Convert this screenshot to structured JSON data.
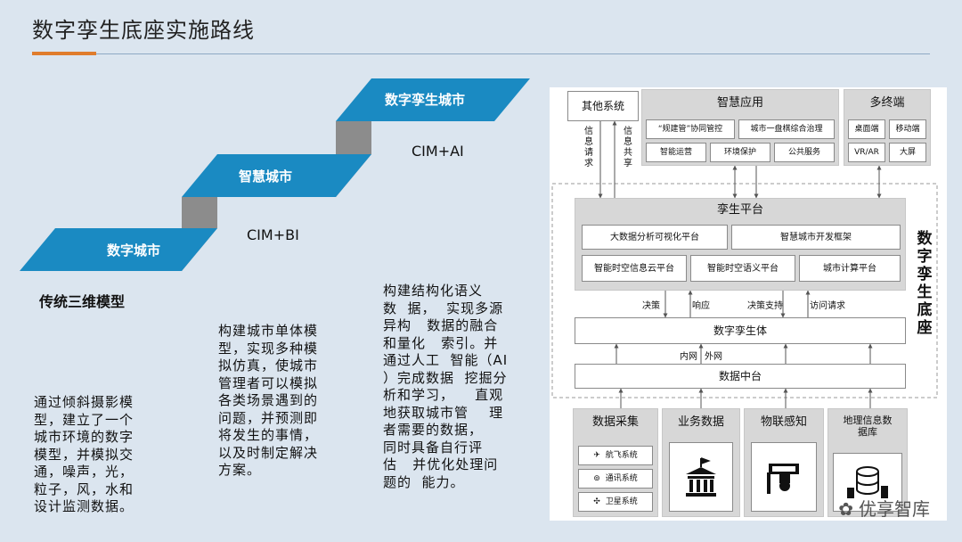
{
  "title": "数字孪生底座实施路线",
  "stairs": {
    "steps": [
      {
        "label": "数字城市",
        "tech": "",
        "heading": "传统三维模型"
      },
      {
        "label": "智慧城市",
        "tech": "CIM+BI"
      },
      {
        "label": "数字孪生城市",
        "tech": "CIM+AI"
      }
    ]
  },
  "descriptions": {
    "col1": [
      "通过倾斜摄影模",
      "型，建立了一个",
      "城市环境的数字",
      "模型，并模拟交",
      "通，噪声，光，",
      "粒子，风，水和",
      "设计监测数据。"
    ],
    "col2": [
      "构建城市单体模",
      "型，实现多种模",
      "拟仿真，使城市",
      "管理者可以模拟",
      "各类场景遇到的",
      "问题，并预测即",
      "将发生的事情，",
      "以及时制定解决",
      "方案。"
    ],
    "col3": [
      "构建结构化语义",
      "数  据，  实现多源",
      "异构   数据的融合",
      "和量化   索引。并",
      "通过人工  智能（AI",
      "）完成数据  挖掘分",
      "析和学习，    直观",
      "地获取城市管    理",
      "者需要的数据，",
      "同时具备自行评",
      "估   并优化处理问",
      "题的  能力。"
    ]
  },
  "diagram": {
    "other_systems": "其他系统",
    "info_request": "信息请求",
    "info_share": "信息共享",
    "smart_apps": {
      "title": "智慧应用",
      "items": [
        "“规建管”协同管控",
        "城市一盘棋综合治理",
        "智能运营",
        "环境保护",
        "公共服务"
      ]
    },
    "multi_terminal": {
      "title": "多终端",
      "items": [
        "桌面端",
        "移动端",
        "VR/AR",
        "大屏"
      ]
    },
    "twin_base_label": "数字孪生底座",
    "twin_platform": {
      "title": "孪生平台",
      "items": [
        "大数据分析可视化平台",
        "智慧城市开发框架",
        "智能时空信息云平台",
        "智能时空语义平台",
        "城市计算平台"
      ]
    },
    "flow_labels": [
      "决策",
      "响应",
      "决策支持",
      "访问请求"
    ],
    "digital_twin": "数字孪生体",
    "network_labels": [
      "内网",
      "外网"
    ],
    "data_center": "数据中台",
    "sources": [
      {
        "title": "数据采集",
        "items": [
          "航飞系统",
          "通讯系统",
          "卫星系统"
        ]
      },
      {
        "title": "业务数据"
      },
      {
        "title": "物联感知"
      },
      {
        "title": "地理信息数据库"
      }
    ]
  },
  "watermark": "优享智库",
  "colors": {
    "stair_blue": "#1a8ac2",
    "stair_gray": "#8c8c8c",
    "accent": "#e07c2c"
  }
}
